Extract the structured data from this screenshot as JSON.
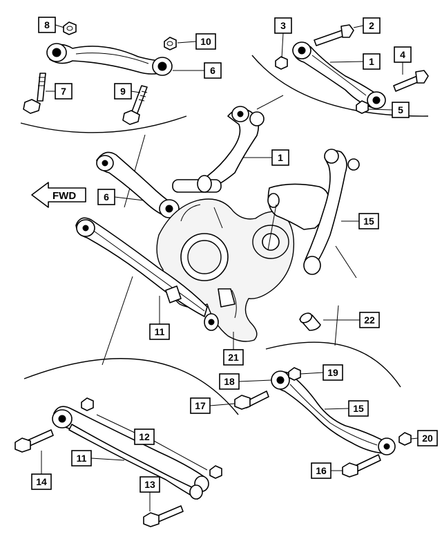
{
  "direction_label": "FWD",
  "callouts": {
    "c1": "1",
    "c2": "2",
    "c3": "3",
    "c4": "4",
    "c5": "5",
    "c6": "6",
    "c7": "7",
    "c8": "8",
    "c9": "9",
    "c10": "10",
    "c11": "11",
    "c12": "12",
    "c13": "13",
    "c14": "14",
    "c15": "15",
    "c16": "16",
    "c17": "17",
    "c18": "18",
    "c19": "19",
    "c20": "20",
    "c21": "21",
    "c22": "22"
  }
}
